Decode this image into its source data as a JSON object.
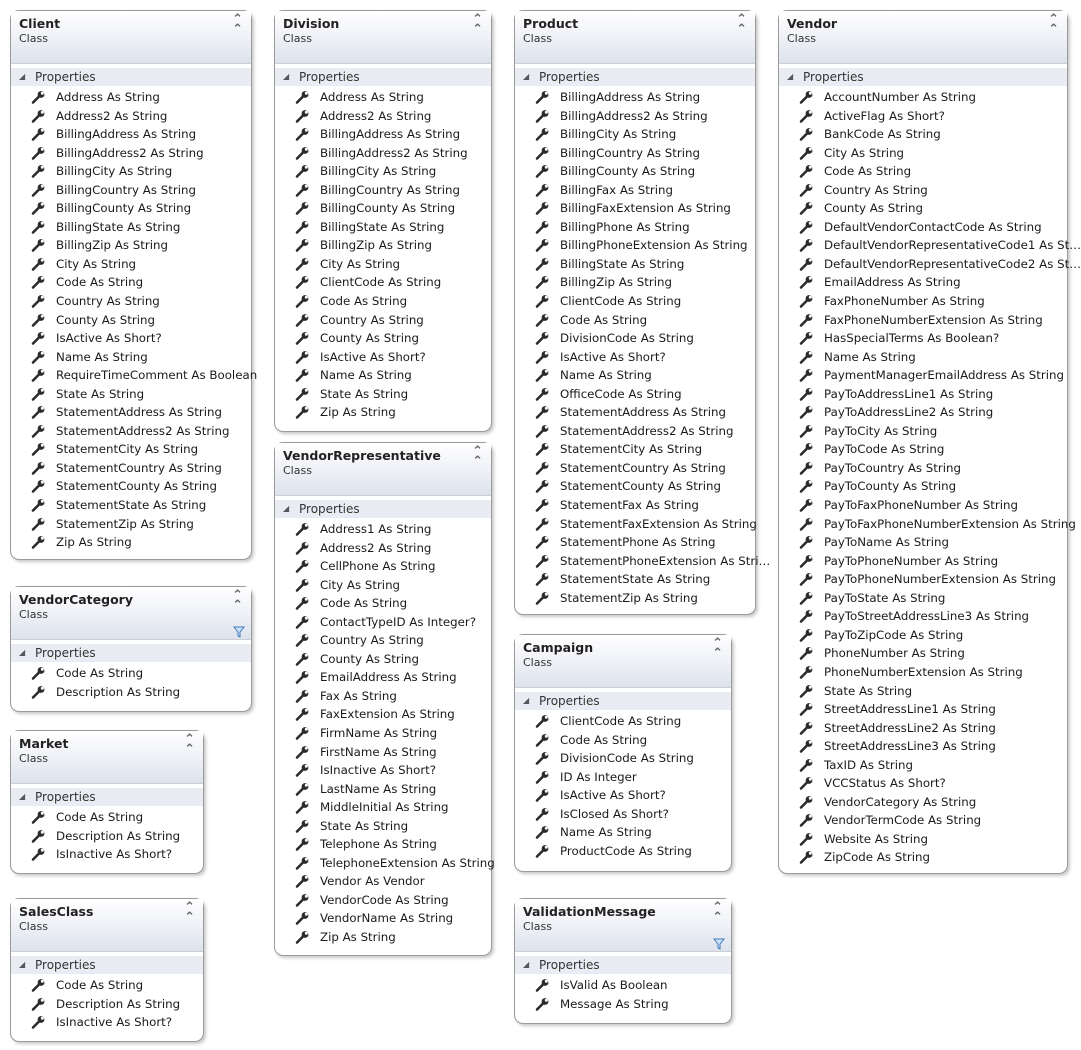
{
  "section_label": "Properties",
  "classes": [
    {
      "id": "client",
      "name": "Client",
      "stereotype": "Class",
      "has_filter": false,
      "properties": [
        "Address As String",
        "Address2 As String",
        "BillingAddress As String",
        "BillingAddress2 As String",
        "BillingCity As String",
        "BillingCountry As String",
        "BillingCounty As String",
        "BillingState As String",
        "BillingZip As String",
        "City As String",
        "Code As String",
        "Country As String",
        "County As String",
        "IsActive As Short?",
        "Name As String",
        "RequireTimeComment As Boolean",
        "State As String",
        "StatementAddress As String",
        "StatementAddress2 As String",
        "StatementCity As String",
        "StatementCountry As String",
        "StatementCounty As String",
        "StatementState As String",
        "StatementZip As String",
        "Zip As String"
      ]
    },
    {
      "id": "division",
      "name": "Division",
      "stereotype": "Class",
      "has_filter": false,
      "properties": [
        "Address As String",
        "Address2 As String",
        "BillingAddress As String",
        "BillingAddress2 As String",
        "BillingCity As String",
        "BillingCountry As String",
        "BillingCounty As String",
        "BillingState As String",
        "BillingZip As String",
        "City As String",
        "ClientCode As String",
        "Code As String",
        "Country As String",
        "County As String",
        "IsActive As Short?",
        "Name As String",
        "State As String",
        "Zip As String"
      ]
    },
    {
      "id": "product",
      "name": "Product",
      "stereotype": "Class",
      "has_filter": false,
      "properties": [
        "BillingAddress As String",
        "BillingAddress2 As String",
        "BillingCity As String",
        "BillingCountry As String",
        "BillingCounty As String",
        "BillingFax As String",
        "BillingFaxExtension As String",
        "BillingPhone As String",
        "BillingPhoneExtension As String",
        "BillingState As String",
        "BillingZip As String",
        "ClientCode As String",
        "Code As String",
        "DivisionCode As String",
        "IsActive As Short?",
        "Name As String",
        "OfficeCode As String",
        "StatementAddress As String",
        "StatementAddress2 As String",
        "StatementCity As String",
        "StatementCountry As String",
        "StatementCounty As String",
        "StatementFax As String",
        "StatementFaxExtension As String",
        "StatementPhone As String",
        "StatementPhoneExtension  As Stri…",
        "StatementState As String",
        "StatementZip As String"
      ]
    },
    {
      "id": "vendor",
      "name": "Vendor",
      "stereotype": "Class",
      "has_filter": false,
      "properties": [
        "AccountNumber As String",
        "ActiveFlag As Short?",
        "BankCode As String",
        "City As String",
        "Code As String",
        "Country As String",
        "County As String",
        "DefaultVendorContactCode As String",
        "DefaultVendorRepresentativeCode1  As  St…",
        "DefaultVendorRepresentativeCode2  As  St…",
        "EmailAddress As String",
        "FaxPhoneNumber As String",
        "FaxPhoneNumberExtension As String",
        "HasSpecialTerms As Boolean?",
        "Name As String",
        "PaymentManagerEmailAddress As String",
        "PayToAddressLine1 As String",
        "PayToAddressLine2 As String",
        "PayToCity As String",
        "PayToCode As String",
        "PayToCountry As String",
        "PayToCounty As String",
        "PayToFaxPhoneNumber As String",
        "PayToFaxPhoneNumberExtension As String",
        "PayToName As String",
        "PayToPhoneNumber As String",
        "PayToPhoneNumberExtension As String",
        "PayToState As String",
        "PayToStreetAddressLine3 As String",
        "PayToZipCode As String",
        "PhoneNumber As String",
        "PhoneNumberExtension As String",
        "State As String",
        "StreetAddressLine1 As String",
        "StreetAddressLine2 As String",
        "StreetAddressLine3 As String",
        "TaxID As String",
        "VCCStatus As Short?",
        "VendorCategory As String",
        "VendorTermCode As String",
        "Website As String",
        "ZipCode As String"
      ]
    },
    {
      "id": "vendorrep",
      "name": "VendorRepresentative",
      "stereotype": "Class",
      "has_filter": false,
      "properties": [
        "Address1 As String",
        "Address2 As String",
        "CellPhone As String",
        "City As String",
        "Code As String",
        "ContactTypeID As Integer?",
        "Country As String",
        "County As String",
        "EmailAddress As String",
        "Fax As String",
        "FaxExtension As String",
        "FirmName As String",
        "FirstName As String",
        "IsInactive As Short?",
        "LastName As String",
        "MiddleInitial As String",
        "State As String",
        "Telephone As String",
        "TelephoneExtension As String",
        "Vendor As Vendor",
        "VendorCode As String",
        "VendorName As String",
        "Zip As String"
      ]
    },
    {
      "id": "campaign",
      "name": "Campaign",
      "stereotype": "Class",
      "has_filter": false,
      "properties": [
        "ClientCode As String",
        "Code As String",
        "DivisionCode As String",
        "ID As Integer",
        "IsActive As Short?",
        "IsClosed As Short?",
        "Name As String",
        "ProductCode As String"
      ]
    },
    {
      "id": "vendorcategory",
      "name": "VendorCategory",
      "stereotype": "Class",
      "has_filter": true,
      "properties": [
        "Code As String",
        "Description As String"
      ]
    },
    {
      "id": "market",
      "name": "Market",
      "stereotype": "Class",
      "has_filter": false,
      "properties": [
        "Code As String",
        "Description As String",
        "IsInactive As Short?"
      ]
    },
    {
      "id": "salesclass",
      "name": "SalesClass",
      "stereotype": "Class",
      "has_filter": false,
      "properties": [
        "Code As String",
        "Description As String",
        "IsInactive As Short?"
      ]
    },
    {
      "id": "validationmessage",
      "name": "ValidationMessage",
      "stereotype": "Class",
      "has_filter": true,
      "properties": [
        "IsValid As Boolean",
        "Message As String"
      ]
    }
  ]
}
